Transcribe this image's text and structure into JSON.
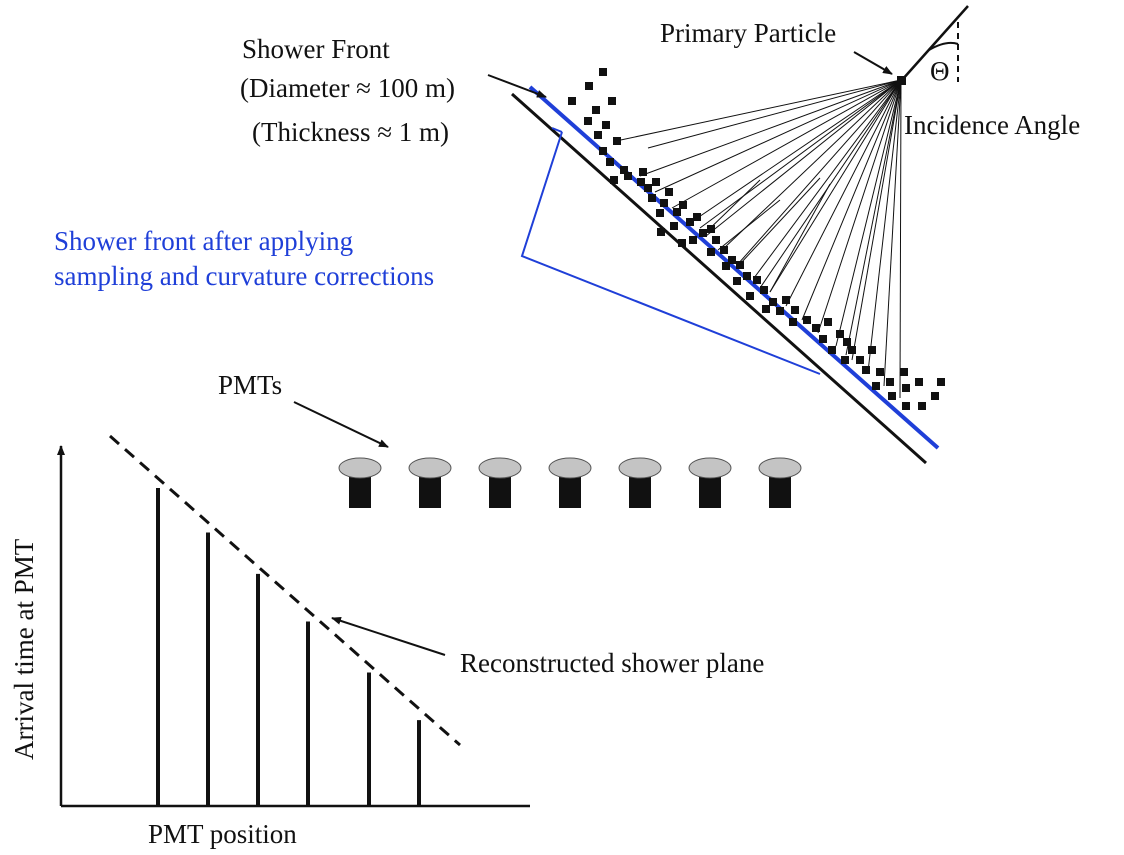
{
  "labels": {
    "shower_front": "Shower Front",
    "diameter": "(Diameter ≈ 100 m)",
    "thickness": "(Thickness ≈ 1 m)",
    "primary_particle": "Primary Particle",
    "theta": "Θ",
    "incidence_angle": "Incidence Angle",
    "corrected_front_line1": "Shower front after applying",
    "corrected_front_line2": "sampling and curvature corrections",
    "pmts": "PMTs",
    "y_axis": "Arrival time at PMT",
    "x_axis": "PMT position",
    "reconstructed_plane": "Reconstructed shower plane"
  },
  "colors": {
    "ink": "#111111",
    "blue": "#1f3fd8",
    "pmt_cap": "#c4c4c4"
  },
  "pmt_count": 7,
  "arrival_bars": {
    "count": 6,
    "relative_heights": [
      1.0,
      0.86,
      0.73,
      0.58,
      0.42,
      0.27
    ]
  }
}
